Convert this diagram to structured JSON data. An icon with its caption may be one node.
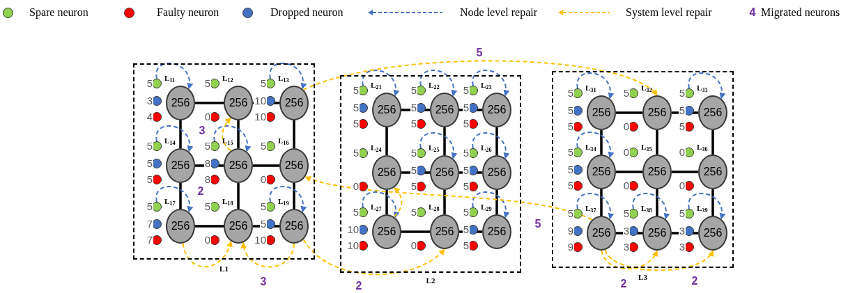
{
  "diagram": {
    "nodes": [
      {
        "text": [
          "L1"
        ]
      },
      {
        "text": [
          "256"
        ],
        "in": 0,
        "beside": [
          "L$_{11}$"
        ]
      },
      {
        "text": [],
        "shape": "circle",
        "in": 0,
        "beside": [
          "5"
        ]
      },
      {
        "text": [],
        "shape": "circle",
        "in": 0,
        "beside": [
          "3"
        ]
      },
      {
        "text": [],
        "shape": "circle",
        "in": 0,
        "beside": [
          "4"
        ]
      },
      {
        "text": [
          "256"
        ],
        "in": 0,
        "beside": [
          "L$_{12}$"
        ]
      },
      {
        "text": [],
        "shape": "circle",
        "in": 0,
        "beside": [
          "5"
        ]
      },
      {
        "text": [],
        "shape": "circle",
        "in": 0,
        "beside": [
          "0"
        ]
      },
      {
        "text": [
          "256"
        ],
        "in": 0,
        "beside": [
          "L$_{13}$"
        ]
      },
      {
        "text": [],
        "shape": "circle",
        "in": 0,
        "beside": [
          "5"
        ]
      },
      {
        "text": [],
        "shape": "circle",
        "in": 0,
        "beside": [
          "10"
        ]
      },
      {
        "text": [],
        "shape": "circle",
        "in": 0,
        "beside": [
          "10"
        ]
      },
      {
        "text": [
          "256"
        ],
        "in": 0,
        "beside": [
          "L$_{14}$"
        ]
      },
      {
        "text": [],
        "shape": "circle",
        "in": 0,
        "beside": [
          "5"
        ]
      },
      {
        "text": [],
        "shape": "circle",
        "in": 0,
        "beside": [
          "5"
        ]
      },
      {
        "text": [],
        "shape": "circle",
        "in": 0,
        "beside": [
          "5"
        ]
      },
      {
        "text": [
          "256"
        ],
        "in": 0,
        "beside": [
          "L$_{15}$"
        ]
      },
      {
        "text": [],
        "shape": "circle",
        "in": 0,
        "beside": [
          "5"
        ]
      },
      {
        "text": [],
        "shape": "circle",
        "in": 0,
        "beside": [
          "8"
        ]
      },
      {
        "text": [],
        "shape": "circle",
        "in": 0,
        "beside": [
          "8"
        ]
      },
      {
        "text": [
          "256"
        ],
        "in": 0,
        "beside": [
          "L$_{16}$"
        ]
      },
      {
        "text": [],
        "shape": "circle",
        "in": 0,
        "beside": [
          "5"
        ]
      },
      {
        "text": [],
        "shape": "circle",
        "in": 0,
        "beside": [
          "0"
        ]
      },
      {
        "text": [
          "256"
        ],
        "in": 0,
        "beside": [
          "L$_{17}$"
        ]
      },
      {
        "text": [],
        "shape": "circle",
        "in": 0,
        "beside": [
          "5"
        ]
      },
      {
        "text": [],
        "shape": "circle",
        "in": 0,
        "beside": [
          "7"
        ]
      },
      {
        "text": [],
        "shape": "circle",
        "in": 0,
        "beside": [
          "7"
        ]
      },
      {
        "text": [
          "256"
        ],
        "in": 0,
        "beside": [
          "L$_{18}$"
        ]
      },
      {
        "text": [],
        "shape": "circle",
        "in": 0,
        "beside": [
          "5"
        ]
      },
      {
        "text": [],
        "shape": "circle",
        "in": 0,
        "beside": [
          "0"
        ]
      },
      {
        "text": [
          "256"
        ],
        "in": 0,
        "beside": [
          "L$_{19}$"
        ]
      },
      {
        "text": [],
        "shape": "circle",
        "in": 0,
        "beside": [
          "5"
        ]
      },
      {
        "text": [],
        "shape": "circle",
        "in": 0,
        "beside": [
          "5"
        ]
      },
      {
        "text": [],
        "shape": "circle",
        "in": 0,
        "beside": [
          "10"
        ]
      },
      {
        "text": [
          "L2"
        ]
      },
      {
        "text": [
          "256"
        ],
        "in": 34,
        "beside": [
          "L$_{21}$"
        ]
      },
      {
        "text": [],
        "shape": "circle",
        "in": 34,
        "beside": [
          "5"
        ]
      },
      {
        "text": [],
        "shape": "circle",
        "in": 34,
        "beside": [
          "5"
        ]
      },
      {
        "text": [],
        "shape": "circle",
        "in": 34,
        "beside": [
          "5"
        ]
      },
      {
        "text": [
          "256"
        ],
        "in": 34,
        "beside": [
          "L$_{22}$"
        ]
      },
      {
        "text": [],
        "shape": "circle",
        "in": 34,
        "beside": [
          "5"
        ]
      },
      {
        "text": [],
        "shape": "circle",
        "in": 34,
        "beside": [
          "5"
        ]
      },
      {
        "text": [],
        "shape": "circle",
        "in": 34,
        "beside": [
          "5"
        ]
      },
      {
        "text": [
          "256"
        ],
        "in": 34,
        "beside": [
          "L$_{23}$"
        ]
      },
      {
        "text": [],
        "shape": "circle",
        "in": 34,
        "beside": [
          "5"
        ]
      },
      {
        "text": [],
        "shape": "circle",
        "in": 34,
        "beside": [
          "5"
        ]
      },
      {
        "text": [],
        "shape": "circle",
        "in": 34,
        "beside": [
          "5"
        ]
      },
      {
        "text": [
          "256"
        ],
        "in": 34,
        "beside": [
          "L$_{24}$"
        ]
      },
      {
        "text": [],
        "shape": "circle",
        "in": 34,
        "beside": [
          "5"
        ]
      },
      {
        "text": [],
        "shape": "circle",
        "in": 34,
        "beside": [
          "0"
        ]
      },
      {
        "text": [
          "256"
        ],
        "in": 34,
        "beside": [
          "L$_{25}$"
        ]
      },
      {
        "text": [],
        "shape": "circle",
        "in": 34,
        "beside": [
          "5"
        ]
      },
      {
        "text": [],
        "shape": "circle",
        "in": 34,
        "beside": [
          "5"
        ]
      },
      {
        "text": [],
        "shape": "circle",
        "in": 34,
        "beside": [
          "5"
        ]
      },
      {
        "text": [
          "256"
        ],
        "in": 34,
        "beside": [
          "L$_{26}$"
        ]
      },
      {
        "text": [],
        "shape": "circle",
        "in": 34,
        "beside": [
          "5"
        ]
      },
      {
        "text": [],
        "shape": "circle",
        "in": 34,
        "beside": [
          "5"
        ]
      },
      {
        "text": [],
        "shape": "circle",
        "in": 34,
        "beside": [
          "5"
        ]
      },
      {
        "text": [
          "256"
        ],
        "in": 34,
        "beside": [
          "L$_{27}$"
        ]
      },
      {
        "text": [],
        "shape": "circle",
        "in": 34,
        "beside": [
          "5"
        ]
      },
      {
        "text": [],
        "shape": "circle",
        "in": 34,
        "beside": [
          "10"
        ]
      },
      {
        "text": [],
        "shape": "circle",
        "in": 34,
        "beside": [
          "10"
        ]
      },
      {
        "text": [
          "256"
        ],
        "in": 34,
        "beside": [
          "L$_{28}$"
        ]
      },
      {
        "text": [],
        "shape": "circle",
        "in": 34,
        "beside": [
          "5"
        ]
      },
      {
        "text": [],
        "shape": "circle",
        "in": 34,
        "beside": [
          "0"
        ]
      },
      {
        "text": [
          "256"
        ],
        "in": 34,
        "beside": [
          "L$_{29}$"
        ]
      },
      {
        "text": [],
        "shape": "circle",
        "in": 34,
        "beside": [
          "5"
        ]
      },
      {
        "text": [],
        "shape": "circle",
        "in": 34,
        "beside": [
          "5"
        ]
      },
      {
        "text": [],
        "shape": "circle",
        "in": 34,
        "beside": [
          "5"
        ]
      },
      {
        "text": [
          "L3"
        ]
      },
      {
        "text": [
          "256"
        ],
        "in": 69,
        "beside": [
          "L$_{31}$"
        ]
      },
      {
        "text": [],
        "shape": "circle",
        "in": 69,
        "beside": [
          "5"
        ]
      },
      {
        "text": [],
        "shape": "circle",
        "in": 69,
        "beside": [
          "5"
        ]
      },
      {
        "text": [],
        "shape": "circle",
        "in": 69,
        "beside": [
          "5"
        ]
      },
      {
        "text": [
          "256"
        ],
        "in": 69,
        "beside": [
          "L$_{32}$"
        ]
      },
      {
        "text": [],
        "shape": "circle",
        "in": 69,
        "beside": [
          "5"
        ]
      },
      {
        "text": [],
        "shape": "circle",
        "in": 69,
        "beside": [
          "0"
        ]
      },
      {
        "text": [
          "256"
        ],
        "in": 69,
        "beside": [
          "L$_{33}$"
        ]
      },
      {
        "text": [],
        "shape": "circle",
        "in": 69,
        "beside": [
          "5"
        ]
      },
      {
        "text": [],
        "shape": "circle",
        "in": 69,
        "beside": [
          "5"
        ]
      },
      {
        "text": [],
        "shape": "circle",
        "in": 69,
        "beside": [
          "5"
        ]
      },
      {
        "text": [
          "256"
        ],
        "in": 69,
        "beside": [
          "L$_{34}$"
        ]
      },
      {
        "text": [],
        "shape": "circle",
        "in": 69,
        "beside": [
          "5"
        ]
      },
      {
        "text": [],
        "shape": "circle",
        "in": 69,
        "beside": [
          "5"
        ]
      },
      {
        "text": [],
        "shape": "circle",
        "in": 69,
        "beside": [
          "5"
        ]
      },
      {
        "text": [
          "256"
        ],
        "in": 69,
        "beside": [
          "L$_{35}$"
        ]
      },
      {
        "text": [],
        "shape": "circle",
        "in": 69,
        "beside": [
          "0"
        ]
      },
      {
        "text": [],
        "shape": "circle",
        "in": 69,
        "beside": [
          "0"
        ]
      },
      {
        "text": [
          "256"
        ],
        "in": 69,
        "beside": [
          "L$_{36}$"
        ]
      },
      {
        "text": [],
        "shape": "circle",
        "in": 69,
        "beside": [
          "0"
        ]
      },
      {
        "text": [],
        "shape": "circle",
        "in": 69,
        "beside": [
          "0"
        ]
      },
      {
        "text": [
          "256"
        ],
        "in": 69,
        "beside": [
          "L$_{37}$"
        ]
      },
      {
        "text": [],
        "shape": "circle",
        "in": 69,
        "beside": [
          "5"
        ]
      },
      {
        "text": [],
        "shape": "circle",
        "in": 69,
        "beside": [
          "9"
        ]
      },
      {
        "text": [],
        "shape": "circle",
        "in": 69,
        "beside": [
          "9"
        ]
      },
      {
        "text": [
          "256"
        ],
        "in": 69,
        "beside": [
          "L$_{38}$"
        ]
      },
      {
        "text": [],
        "shape": "circle",
        "in": 69,
        "beside": [
          "5"
        ]
      },
      {
        "text": [],
        "shape": "circle",
        "in": 69,
        "beside": [
          "3"
        ]
      },
      {
        "text": [],
        "shape": "circle",
        "in": 69,
        "beside": [
          "3"
        ]
      },
      {
        "text": [
          "256"
        ],
        "in": 69,
        "beside": [
          "L$_{39}$"
        ]
      },
      {
        "text": [],
        "shape": "circle",
        "in": 69,
        "beside": [
          "5"
        ]
      },
      {
        "text": [],
        "shape": "circle",
        "in": 69,
        "beside": [
          "3"
        ]
      },
      {
        "text": [],
        "shape": "circle",
        "in": 69,
        "beside": [
          "3"
        ]
      }
    ],
    "edges": [
      {
        "from": 1,
        "to": 5,
        "arrow": "none"
      },
      {
        "from": 5,
        "to": 8,
        "arrow": "none"
      },
      {
        "from": 12,
        "to": 16,
        "arrow": "none"
      },
      {
        "from": 16,
        "to": 20,
        "arrow": "none"
      },
      {
        "from": 23,
        "to": 27,
        "arrow": "none"
      },
      {
        "from": 27,
        "to": 30,
        "arrow": "none"
      },
      {
        "from": 1,
        "to": 12,
        "arrow": "none"
      },
      {
        "from": 12,
        "to": 23,
        "arrow": "none"
      },
      {
        "from": 5,
        "to": 16,
        "arrow": "none"
      },
      {
        "from": 16,
        "to": 27,
        "arrow": "none"
      },
      {
        "from": 8,
        "to": 20,
        "arrow": "none"
      },
      {
        "from": 20,
        "to": 30,
        "arrow": "none"
      },
      {
        "from": 35,
        "to": 39,
        "arrow": "none"
      },
      {
        "from": 39,
        "to": 43,
        "arrow": "none"
      },
      {
        "from": 47,
        "to": 50,
        "arrow": "none"
      },
      {
        "from": 50,
        "to": 54,
        "arrow": "none"
      },
      {
        "from": 58,
        "to": 62,
        "arrow": "none"
      },
      {
        "from": 62,
        "to": 65,
        "arrow": "none"
      },
      {
        "from": 35,
        "to": 47,
        "arrow": "none"
      },
      {
        "from": 47,
        "to": 58,
        "arrow": "none"
      },
      {
        "from": 39,
        "to": 50,
        "arrow": "none"
      },
      {
        "from": 50,
        "to": 62,
        "arrow": "none"
      },
      {
        "from": 43,
        "to": 54,
        "arrow": "none"
      },
      {
        "from": 54,
        "to": 65,
        "arrow": "none"
      },
      {
        "from": 70,
        "to": 74,
        "arrow": "none"
      },
      {
        "from": 74,
        "to": 77,
        "arrow": "none"
      },
      {
        "from": 81,
        "to": 85,
        "arrow": "none"
      },
      {
        "from": 85,
        "to": 88,
        "arrow": "none"
      },
      {
        "from": 91,
        "to": 95,
        "arrow": "none"
      },
      {
        "from": 95,
        "to": 99,
        "arrow": "none"
      },
      {
        "from": 70,
        "to": 81,
        "arrow": "none"
      },
      {
        "from": 81,
        "to": 91,
        "arrow": "none"
      },
      {
        "from": 74,
        "to": 85,
        "arrow": "none"
      },
      {
        "from": 85,
        "to": 95,
        "arrow": "none"
      },
      {
        "from": 77,
        "to": 88,
        "arrow": "none"
      },
      {
        "from": 88,
        "to": 99,
        "arrow": "none"
      },
      {
        "from": 2,
        "to": 1,
        "arrow": "to",
        "style": "dashed",
        "color": "#4472c4"
      },
      {
        "from": 9,
        "to": 8,
        "arrow": "to",
        "style": "dashed",
        "color": "#4472c4"
      },
      {
        "from": 13,
        "to": 12,
        "arrow": "to",
        "style": "dashed",
        "color": "#4472c4"
      },
      {
        "from": 17,
        "to": 16,
        "arrow": "to",
        "style": "dashed",
        "color": "#4472c4"
      },
      {
        "from": 24,
        "to": 23,
        "arrow": "to",
        "style": "dashed",
        "color": "#4472c4"
      },
      {
        "from": 31,
        "to": 30,
        "arrow": "to",
        "style": "dashed",
        "color": "#4472c4"
      },
      {
        "from": 36,
        "to": 35,
        "arrow": "to",
        "style": "dashed",
        "color": "#4472c4"
      },
      {
        "from": 40,
        "to": 39,
        "arrow": "to",
        "style": "dashed",
        "color": "#4472c4"
      },
      {
        "from": 44,
        "to": 43,
        "arrow": "to",
        "style": "dashed",
        "color": "#4472c4"
      },
      {
        "from": 51,
        "to": 50,
        "arrow": "to",
        "style": "dashed",
        "color": "#4472c4"
      },
      {
        "from": 55,
        "to": 54,
        "arrow": "to",
        "style": "dashed",
        "color": "#4472c4"
      },
      {
        "from": 59,
        "to": 58,
        "arrow": "to",
        "style": "dashed",
        "color": "#4472c4"
      },
      {
        "from": 66,
        "to": 65,
        "arrow": "to",
        "style": "dashed",
        "color": "#4472c4"
      },
      {
        "from": 71,
        "to": 70,
        "arrow": "to",
        "style": "dashed",
        "color": "#4472c4"
      },
      {
        "from": 78,
        "to": 77,
        "arrow": "to",
        "style": "dashed",
        "color": "#4472c4"
      },
      {
        "from": 82,
        "to": 81,
        "arrow": "to",
        "style": "dashed",
        "color": "#4472c4"
      },
      {
        "from": 92,
        "to": 91,
        "arrow": "to",
        "style": "dashed",
        "color": "#4472c4"
      },
      {
        "from": 96,
        "to": 95,
        "arrow": "to",
        "style": "dashed",
        "color": "#4472c4"
      },
      {
        "from": 100,
        "to": 99,
        "arrow": "to",
        "style": "dashed",
        "color": "#4472c4"
      },
      {
        "from": 8,
        "to": 74,
        "arrow": "to",
        "label": "5",
        "style": "dashed",
        "color": "#ffc000"
      },
      {
        "from": 91,
        "to": 20,
        "arrow": "to",
        "label": "5",
        "style": "dashed",
        "color": "#ffc000"
      },
      {
        "from": 16,
        "to": 5,
        "arrow": "to",
        "label": "3",
        "style": "dashed",
        "color": "#ffc000"
      },
      {
        "from": 30,
        "to": 27,
        "arrow": "to",
        "label": "3",
        "style": "dashed",
        "color": "#ffc000"
      },
      {
        "from": 23,
        "to": 27,
        "arrow": "to",
        "style": "dashed",
        "color": "#ffc000"
      },
      {
        "from": 30,
        "to": 62,
        "arrow": "to",
        "label": "2",
        "style": "dashed",
        "color": "#ffc000"
      },
      {
        "from": 58,
        "to": 47,
        "arrow": "to",
        "style": "dashed",
        "color": "#ffc000"
      },
      {
        "from": 91,
        "to": 95,
        "arrow": "to",
        "label": "2",
        "style": "dashed",
        "color": "#ffc000"
      },
      {
        "from": 91,
        "to": 99,
        "arrow": "to",
        "label": "2",
        "style": "dashed",
        "color": "#ffc000"
      }
    ],
    "labels": [
      "4",
      "2"
    ],
    "legend": [
      {
        "text": "Spare neuron",
        "color": "#92d050"
      },
      {
        "text": "Faulty neuron",
        "color": "#ff0000"
      },
      {
        "text": "Dropped neuron",
        "color": "#4472c4"
      },
      {
        "text": "Node level repair"
      },
      {
        "text": "System level repair"
      },
      {
        "text": "Migrated neurons"
      }
    ]
  }
}
